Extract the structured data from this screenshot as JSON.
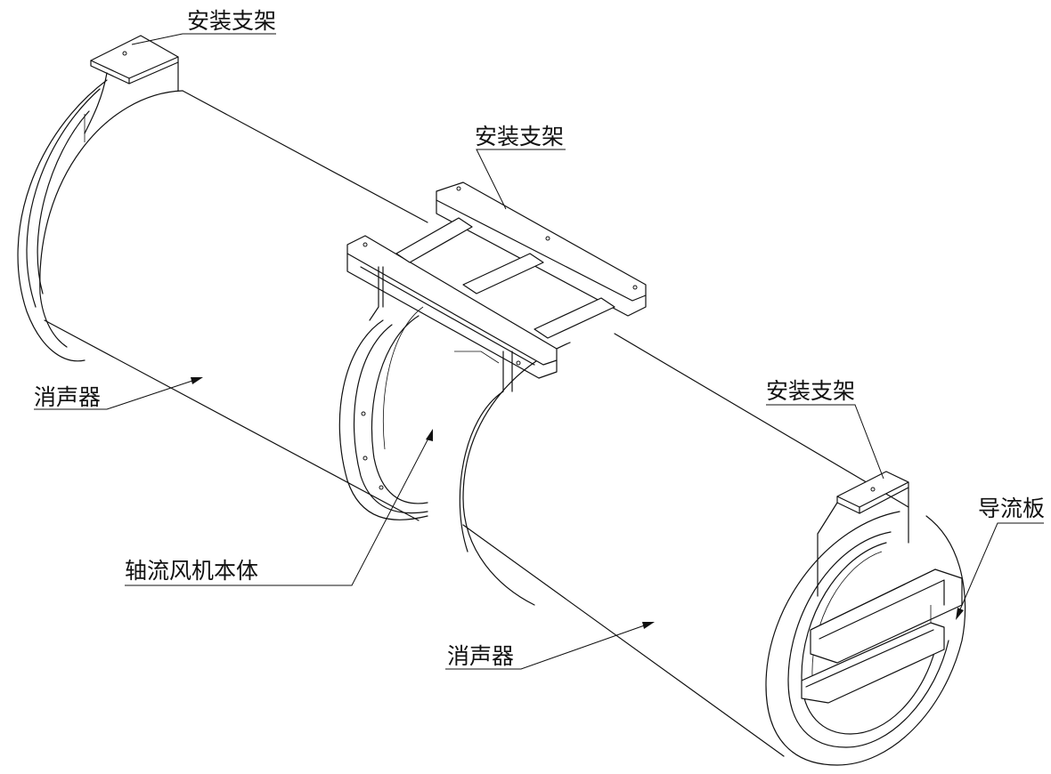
{
  "labels": {
    "mount_bracket_top_left": "安装支架",
    "mount_bracket_center": "安装支架",
    "mount_bracket_right": "安装支架",
    "silencer_left": "消声器",
    "fan_body": "轴流风机本体",
    "silencer_right": "消声器",
    "guide_vane": "导流板"
  },
  "colors": {
    "line": "#111111",
    "background": "#ffffff"
  }
}
